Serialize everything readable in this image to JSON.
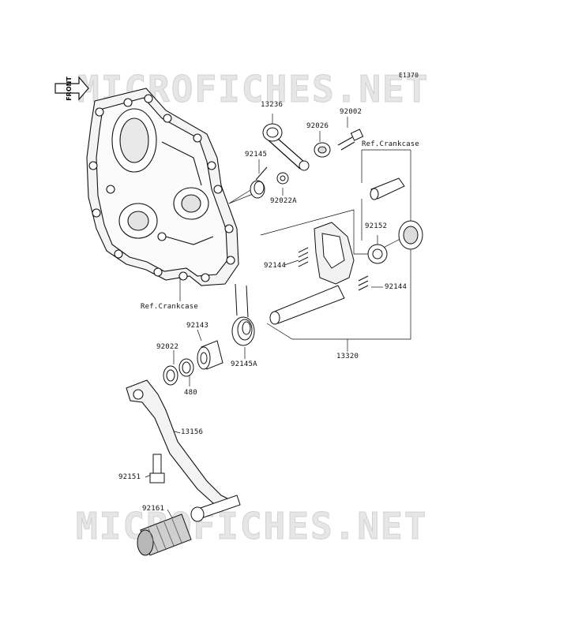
{
  "diagram": {
    "code": "E1370",
    "front_label": "FRONT",
    "watermark": "MICROFICHES.NET",
    "parts": {
      "p13236": "13236",
      "p92002": "92002",
      "p92026": "92026",
      "p92145": "92145",
      "p92022A": "92022A",
      "ref_crankcase_top": "Ref.Crankcase",
      "p92152": "92152",
      "p92144a": "92144",
      "p92144b": "92144",
      "ref_crankcase_left": "Ref.Crankcase",
      "p92143": "92143",
      "p92022": "92022",
      "p480": "480",
      "p92145A": "92145A",
      "p13320": "13320",
      "p13156": "13156",
      "p92151": "92151",
      "p92161": "92161"
    }
  }
}
